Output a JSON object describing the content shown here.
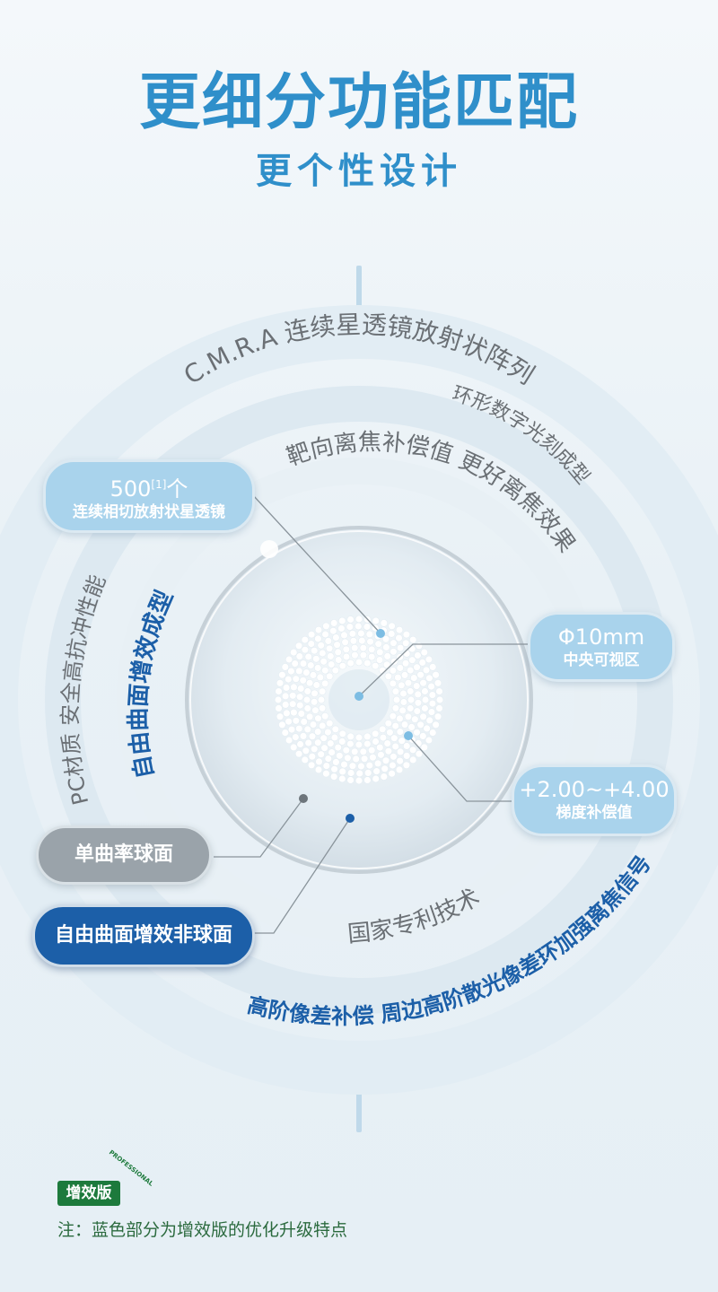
{
  "title": "更细分功能匹配",
  "subtitle": "更个性设计",
  "ring_texts": {
    "outer": "C.M.R.A 连续星透镜放射状阵列",
    "ring_engrave": "环形数字光刻成型",
    "defocus": "靶向离焦补偿值  更好离焦效果",
    "patent": "国家专利技术",
    "high_order": "高阶像差补偿  周边高阶散光像差环加强离焦信号",
    "material": "PC材质  安全高抗冲性能",
    "freeform": "自由曲面增效成型"
  },
  "callouts": {
    "count_main": "500",
    "count_sup": "[1]",
    "count_unit": "个",
    "count_sub": "连续相切放射状星透镜",
    "diameter_main": "Φ10mm",
    "diameter_sub": "中央可视区",
    "gradient_main": "+2.00~+4.00",
    "gradient_sub": "梯度补偿值",
    "single_curve": "单曲率球面",
    "freeform_aspheric": "自由曲面增效非球面"
  },
  "badge": {
    "label": "增效版",
    "tiny": "PROFESSIONAL"
  },
  "note": "注：蓝色部分为增效版的优化升级特点",
  "colors": {
    "accent": "#2f8fca",
    "blue": "#1c5fa8",
    "gray_text": "#6b7075",
    "green": "#1d7a3c"
  }
}
